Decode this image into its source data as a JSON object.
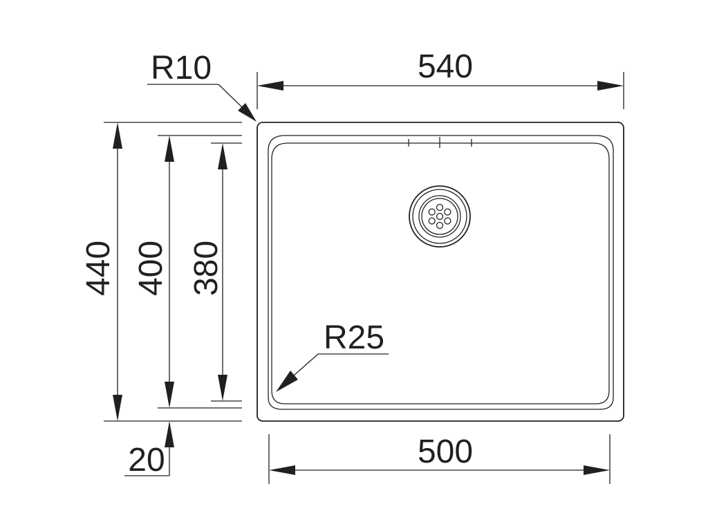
{
  "dimensions": {
    "overall_width": "540",
    "bowl_width": "500",
    "overall_depth": "440",
    "rim_depth": "400",
    "bowl_depth": "380",
    "flange": "20",
    "outer_radius": "R10",
    "inner_radius": "R25"
  },
  "colors": {
    "line": "#231f20",
    "background": "#ffffff"
  }
}
